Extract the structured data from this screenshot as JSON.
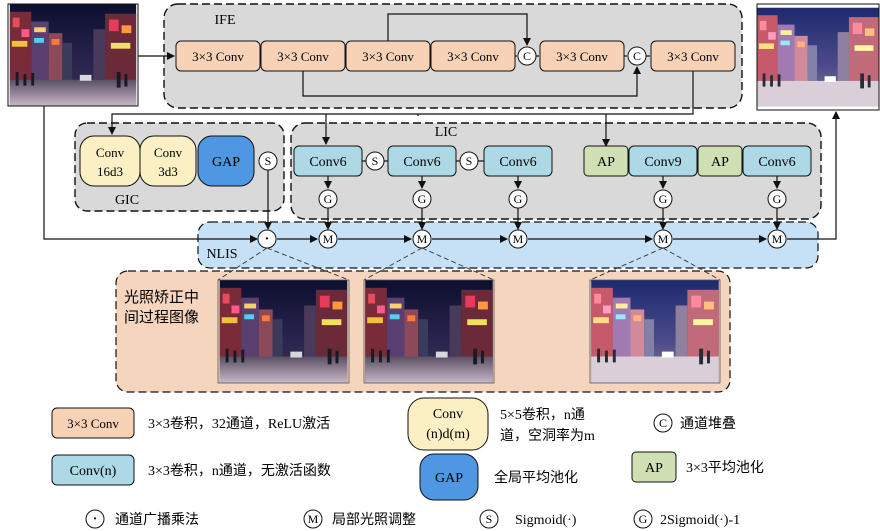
{
  "groups": {
    "ife": "IFE",
    "lic": "LIC",
    "gic": "GIC",
    "nlis": "NLIS"
  },
  "blocks": {
    "ife": [
      "3×3 Conv",
      "3×3 Conv",
      "3×3 Conv",
      "3×3 Conv",
      "3×3 Conv",
      "3×3 Conv"
    ],
    "gic_conv1": [
      "Conv",
      "16d3"
    ],
    "gic_conv2": [
      "Conv",
      "3d3"
    ],
    "gap": "GAP",
    "lic": [
      "Conv6",
      "Conv6",
      "Conv6",
      "AP",
      "Conv9",
      "AP",
      "Conv6"
    ]
  },
  "symbols": {
    "concat": "C",
    "sigmoid": "S",
    "gsig": "G",
    "merge": "M",
    "mult": "·"
  },
  "intermediate_caption": [
    "光照矫正中",
    "间过程图像"
  ],
  "legend": {
    "conv3x3": {
      "box": "3×3 Conv",
      "desc": "3×3卷积，32通道，ReLU激活"
    },
    "convn": {
      "box": "Conv(n)",
      "desc": "3×3卷积，n通道，无激活函数"
    },
    "convnd": {
      "box1": "Conv",
      "box2": "(n)d(m)",
      "desc1": "5×5卷积，n通",
      "desc2": "道，空洞率为m"
    },
    "gap": {
      "box": "GAP",
      "desc": "全局平均池化"
    },
    "concat": {
      "sym": "C",
      "desc": "通道堆叠"
    },
    "ap": {
      "box": "AP",
      "desc": "3×3平均池化"
    },
    "mult": {
      "sym": "·",
      "desc": "通道广播乘法"
    },
    "merge": {
      "sym": "M",
      "desc": "局部光照调整"
    },
    "sigmoid": {
      "sym": "S",
      "desc": "Sigmoid(·)"
    },
    "gsig": {
      "sym": "G",
      "desc": "2Sigmoid(·)-1"
    }
  },
  "colors": {
    "orange_block": "#f8d2b6",
    "cream_block": "#fbefc4",
    "blue_block": "#add8e6",
    "gap_block": "#4f97e0",
    "green_block": "#cfe0b4",
    "gray_panel": "#d9d9d9",
    "nlis_band": "#c6e0f6",
    "peach_panel": "#f6d5bf"
  }
}
